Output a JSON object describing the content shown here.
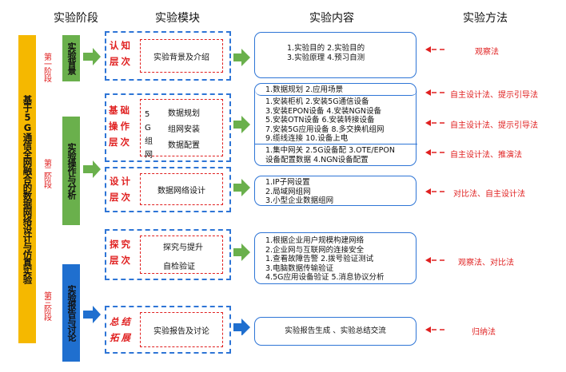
{
  "headers": {
    "phase": "实验阶段",
    "module": "实验模块",
    "content": "实验内容",
    "method": "实验方法"
  },
  "main_title": "基于5G通信全网融合的数据网络设计与仿真实验",
  "phases": [
    {
      "label": "第一阶段",
      "box_label": "实验背景",
      "box_color": "#6ab04c"
    },
    {
      "label": "第二阶段",
      "box_label": "实验操作与分析",
      "box_color": "#6ab04c"
    },
    {
      "label": "第三阶段",
      "box_label": "实验报告与讨论",
      "box_color": "#1f6fcf"
    }
  ],
  "modules": [
    {
      "name": "认知层次",
      "inner": [
        "实验背景及介绍"
      ]
    },
    {
      "name": "基础操作层次",
      "inner_left": "5G组网",
      "inner_right": [
        "数据规划",
        "组网安装",
        "数据配置"
      ]
    },
    {
      "name": "设计层次",
      "inner": [
        "数据网络设计"
      ]
    },
    {
      "name": "探究层次",
      "inner": [
        "探究与提升",
        "自检验证"
      ]
    },
    {
      "name": "总结拓展",
      "inner": [
        "实验报告及讨论"
      ]
    }
  ],
  "contents": {
    "background": [
      "1.实验目的  2.实验目的",
      "3.实验原理  4.预习自测"
    ],
    "basic_1": [
      "1.数据规划  2.应用场景"
    ],
    "basic_2": [
      "1.安装柜机  2.安装5G通信设备",
      "3.安装EPON设备  4.安装NGN设备",
      "5.安装OTN设备  6.安装转接设备",
      "7.安装5G应用设备  8.多交换机组网",
      "9.缆线连接   10.设备上电"
    ],
    "basic_3": [
      "1.集中网关  2.5G设备配  3.OTE/EPON",
      "设备配置数据  4.NGN设备配置"
    ],
    "design": [
      "1.IP子网设置",
      "2.局域网组网",
      "3.小型企业数据组网"
    ],
    "explore": [
      "1.根据企业用户规模构建网络",
      "2.企业网与互联网的连接安全",
      "1.查看故障告警  2.拨号验证测试",
      "3.电脑数据传输验证",
      "4.5G应用设备验证 5.消息协议分析"
    ],
    "report": [
      "实验报告生成 、实验总结交流"
    ]
  },
  "methods": [
    "观察法",
    "自主设计法、提示引导法",
    "自主设计法、提示引导法",
    "自主设计法、推演法",
    "对比法、自主设计法",
    "观察法、对比法",
    "归纳法"
  ],
  "colors": {
    "accent_blue": "#2e75d6",
    "accent_red": "#e02020",
    "green": "#6ab04c",
    "yellow": "#f5b800",
    "dark_blue": "#1f6fcf"
  }
}
